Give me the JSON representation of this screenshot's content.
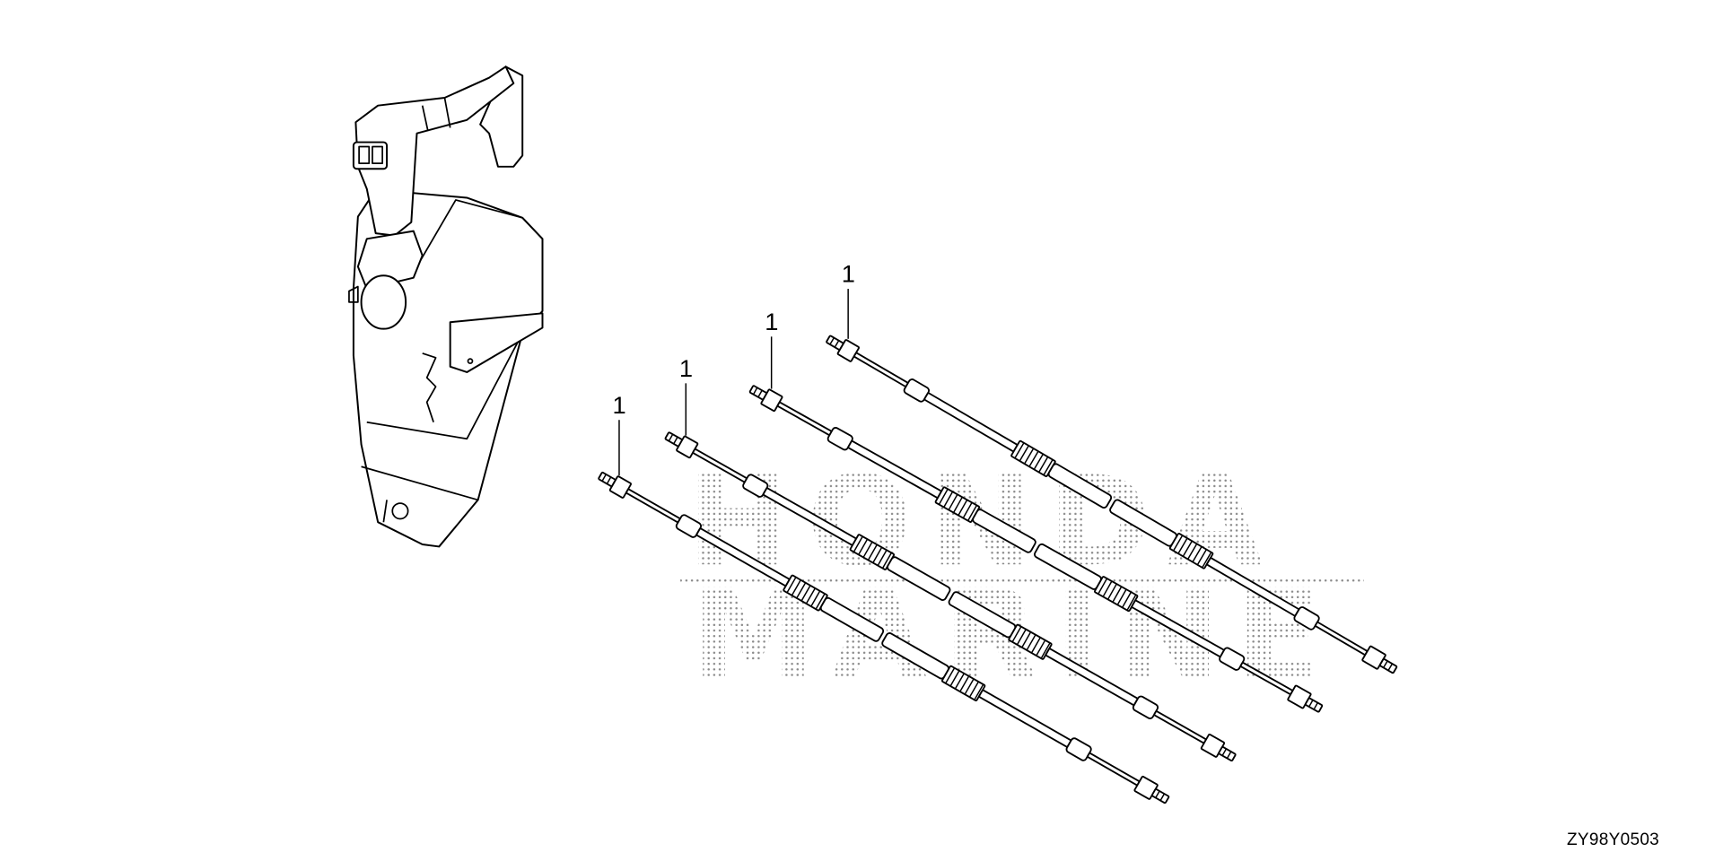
{
  "diagram": {
    "drawing_code": "ZY98Y0503",
    "watermark": {
      "line1": "HONDA",
      "line2": "MARINE"
    },
    "callouts": [
      {
        "part_ref": "1"
      },
      {
        "part_ref": "1"
      },
      {
        "part_ref": "1"
      },
      {
        "part_ref": "1"
      }
    ],
    "colors": {
      "line": "#000000",
      "background": "#ffffff",
      "watermark": "#9a9a9a"
    }
  }
}
